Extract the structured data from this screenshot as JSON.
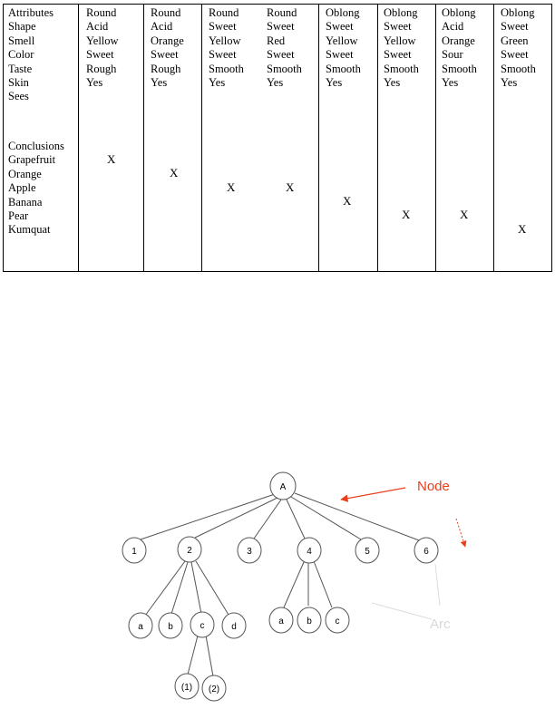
{
  "table": {
    "left_column": {
      "attributes_heading": "Attributes",
      "attribute_names": [
        "Shape",
        "Smell",
        "Color",
        "Taste",
        "Skin",
        "Sees"
      ],
      "conclusions_heading": "Conclusions",
      "conclusion_names": [
        "Grapefruit",
        "Orange",
        "Apple",
        "Banana",
        "Pear",
        "Kumquat"
      ]
    },
    "columns": [
      {
        "values": [
          "Round",
          "Acid",
          "Yellow",
          "Sweet",
          "Rough",
          "Yes"
        ],
        "conclusion": "Grapefruit",
        "mark": "X"
      },
      {
        "values": [
          "Round",
          "Acid",
          "Orange",
          "Sweet",
          "Rough",
          "Yes"
        ],
        "conclusion": "Orange",
        "mark": "X"
      },
      {
        "values": [
          "Round",
          "Sweet",
          "Yellow",
          "Sweet",
          "Smooth",
          "Yes"
        ],
        "conclusion": "Apple",
        "mark": "X"
      },
      {
        "values": [
          "Round",
          "Sweet",
          "Red",
          "Sweet",
          "Smooth",
          "Yes"
        ],
        "conclusion": "Apple",
        "mark": "X"
      },
      {
        "values": [
          "Oblong",
          "Sweet",
          "Yellow",
          "Sweet",
          "Smooth",
          "Yes"
        ],
        "conclusion": "Banana",
        "mark": "X"
      },
      {
        "values": [
          "Oblong",
          "Sweet",
          "Yellow",
          "Sweet",
          "Smooth",
          "Yes"
        ],
        "conclusion": "Pear",
        "mark": "X"
      },
      {
        "values": [
          "Oblong",
          "Acid",
          "Orange",
          "Sour",
          "Smooth",
          "Yes"
        ],
        "conclusion": "Pear",
        "mark": "X"
      },
      {
        "values": [
          "Oblong",
          "Sweet",
          "Green",
          "Sweet",
          "Smooth",
          "Yes"
        ],
        "conclusion": "Kumquat",
        "mark": "X"
      }
    ]
  },
  "tree": {
    "root": "A",
    "level1": [
      "1",
      "2",
      "3",
      "4",
      "5",
      "6"
    ],
    "children_of_2": [
      "a",
      "b",
      "c",
      "d"
    ],
    "children_of_4": [
      "a",
      "b",
      "c"
    ],
    "children_of_2c": [
      "(1)",
      "(2)"
    ],
    "annotations": {
      "node_label": "Node",
      "arc_label": "Arc",
      "node_color": "#e8401c",
      "arc_color": "#dcdcdc"
    }
  }
}
